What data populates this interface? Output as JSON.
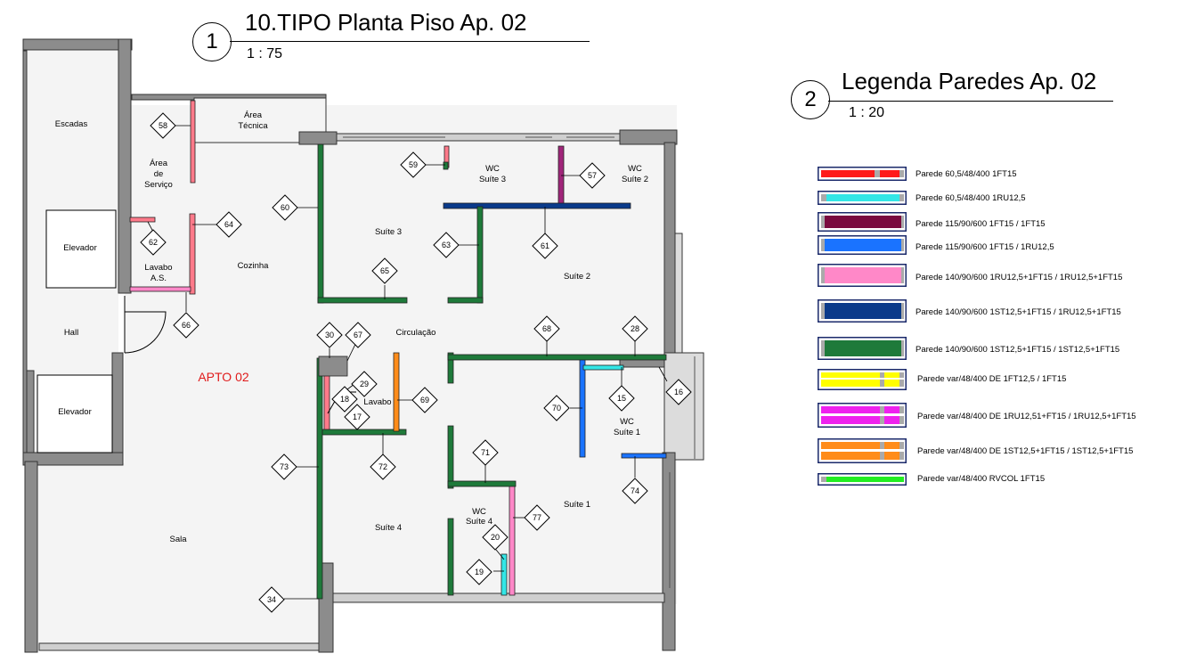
{
  "view1": {
    "number": "1",
    "title": "10.TIPO Planta Piso Ap. 02",
    "scale": "1 : 75"
  },
  "view2": {
    "number": "2",
    "title": "Legenda Paredes Ap. 02",
    "scale": "1 : 20"
  },
  "rooms": {
    "escadas": "Escadas",
    "area_tecnica_1": "Área",
    "area_tecnica_2": "Técnica",
    "area_servico_1": "Área",
    "area_servico_2": "de",
    "area_servico_3": "Serviço",
    "elevador_top": "Elevador",
    "elevador_bottom": "Elevador",
    "lavabo_as_1": "Lavabo",
    "lavabo_as_2": "A.S.",
    "cozinha": "Cozinha",
    "hall": "Hall",
    "apto": "APTO 02",
    "suite3": "Suíte 3",
    "wc_suite3_1": "WC",
    "wc_suite3_2": "Suíte 3",
    "wc_suite2_1": "WC",
    "wc_suite2_2": "Suíte 2",
    "suite2": "Suíte 2",
    "circulacao": "Circulação",
    "lavabo": "Lavabo",
    "wc_suite1_1": "WC",
    "wc_suite1_2": "Suíte 1",
    "suite1": "Suíte 1",
    "wc_suite4_1": "WC",
    "wc_suite4_2": "Suíte 4",
    "suite4": "Suíte 4",
    "sala": "Sala"
  },
  "tags": {
    "t58": "58",
    "t59": "59",
    "t57": "57",
    "t60": "60",
    "t64": "64",
    "t62": "62",
    "t63": "63",
    "t61": "61",
    "t65": "65",
    "t66": "66",
    "t30": "30",
    "t67": "67",
    "t68": "68",
    "t28": "28",
    "t29": "29",
    "t18": "18",
    "t17": "17",
    "t69": "69",
    "t15": "15",
    "t16": "16",
    "t70": "70",
    "t73": "73",
    "t72": "72",
    "t71": "71",
    "t74": "74",
    "t77": "77",
    "t20": "20",
    "t19": "19",
    "t34": "34"
  },
  "legend": [
    {
      "label": "Parede 60,5/48/400 1FT15",
      "color": "#ff1a1a"
    },
    {
      "label": "Parede 60,5/48/400 1RU12,5",
      "color": "#33e6e6"
    },
    {
      "label": "Parede 115/90/600  1FT15 / 1FT15",
      "color": "#7a0a3f"
    },
    {
      "label": "Parede 115/90/600  1FT15 / 1RU12,5",
      "color": "#1a73ff"
    },
    {
      "label": "Parede 140/90/600  1RU12,5+1FT15 / 1RU12,5+1FT15",
      "color": "#ff88c8"
    },
    {
      "label": "Parede 140/90/600  1ST12,5+1FT15 / 1RU12,5+1FT15",
      "color": "#0a3a8a"
    },
    {
      "label": "Parede 140/90/600  1ST12,5+1FT15 / 1ST12,5+1FT15",
      "color": "#1e7a3a"
    },
    {
      "label": "Parede var/48/400 DE 1FT12,5 / 1FT15",
      "color": "#ffff00"
    },
    {
      "label": "Parede var/48/400 DE 1RU12,51+FT15 / 1RU12,5+1FT15",
      "color": "#ee22ee"
    },
    {
      "label": "Parede var/48/400 DE 1ST12,5+1FT15 / 1ST12,5+1FT15",
      "color": "#ff8c1a"
    },
    {
      "label": "Parede var/48/400 RVCOL 1FT15",
      "color": "#22ee22"
    }
  ]
}
